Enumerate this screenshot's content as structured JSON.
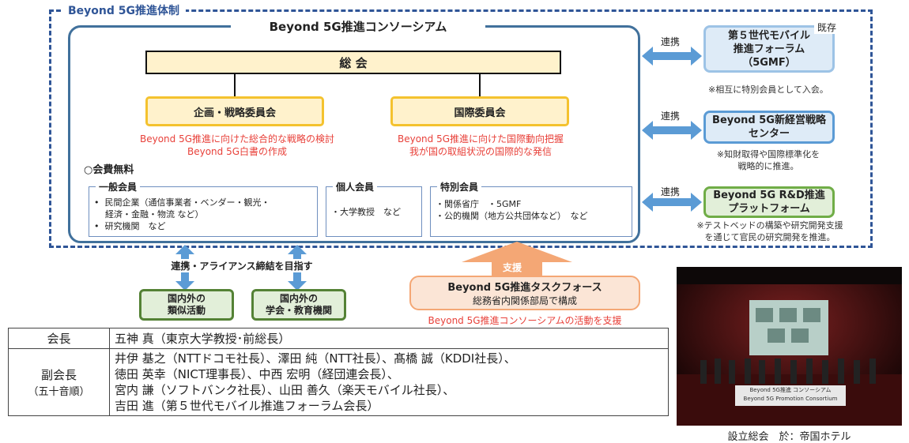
{
  "framework_title": "Beyond 5G推進体制",
  "consortium": {
    "title": "Beyond 5G推進コンソーシアム",
    "general_assembly": "総 会",
    "planning_committee": {
      "label": "企画・戦略委員会",
      "desc_line1": "Beyond 5G推進に向けた総合的な戦略の検討",
      "desc_line2": "Beyond 5G白書の作成"
    },
    "international_committee": {
      "label": "国際委員会",
      "desc_line1": "Beyond 5G推進に向けた国際動向把握",
      "desc_line2": "我が国の取組状況の国際的な発信"
    },
    "fee_label": "○会費無料",
    "general_members": {
      "label": "一般会員",
      "items": [
        "民間企業（通信事業者・ベンダー・観光・",
        "経済・金融・物流 など）",
        "研究機関　など"
      ]
    },
    "individual_members": {
      "label": "個人会員",
      "items": [
        "・大学教授　など"
      ]
    },
    "special_members": {
      "label": "特別会員",
      "items": [
        "・関係省庁　・5GMF",
        "・公的機関（地方公共団体など）　など"
      ]
    }
  },
  "right_side": {
    "link_label": "連携",
    "gmf": {
      "tag": "既存",
      "line1": "第５世代モバイル",
      "line2": "推進フォーラム",
      "line3": "（5GMF）",
      "note": "※相互に特別会員として入会。"
    },
    "strategy_center": {
      "line1": "Beyond 5G新経営戦略",
      "line2": "センター",
      "note_line1": "※知財取得や国際標準化を",
      "note_line2": "戦略的に推進。"
    },
    "rd_platform": {
      "line1": "Beyond 5G R&D推進",
      "line2": "プラットフォーム",
      "note_line1": "※テストベッドの構築や研究開発支援",
      "note_line2": "を通じて官民の研究開発を推進。"
    }
  },
  "bottom": {
    "alliance_label": "連携・アライアンス締結を目指す",
    "similar_activities": {
      "line1": "国内外の",
      "line2": "類似活動"
    },
    "academia": {
      "line1": "国内外の",
      "line2": "学会・教育機関"
    },
    "support_label": "支援",
    "task_force": {
      "title": "Beyond 5G推進タスクフォース",
      "subtitle": "総務省内関係部局で構成"
    },
    "support_caption": "Beyond 5G推進コンソーシアムの活動を支援"
  },
  "officers": {
    "chair_label": "会長",
    "chair_value": "五神 真（東京大学教授･前総長）",
    "vice_label": "副会長",
    "vice_note": "（五十音順）",
    "vice_lines": [
      "井伊 基之（NTTドコモ社長）、澤田 純（NTT社長）、髙橋 誠（KDDI社長）、",
      "徳田 英幸（NICT理事長）、中西 宏明（経団連会長）、",
      "宮内 謙（ソフトバンク社長）、山田 善久（楽天モバイル社長）、",
      "吉田 進（第５世代モバイル推進フォーラム会長）"
    ]
  },
  "photo": {
    "banner_line1": "Beyond 5G推進 コンソーシアム",
    "banner_line2": "Beyond 5G Promotion Consortium",
    "caption": "設立総会　於：帝国ホテル"
  },
  "colors": {
    "dash_blue": "#2f5597",
    "yellow_fill": "#fff2cc",
    "yellow_border": "#f4c22e",
    "red_text": "#e8413a",
    "blue_arrow": "#5b9bd5",
    "orange_arrow": "#f4a775"
  }
}
